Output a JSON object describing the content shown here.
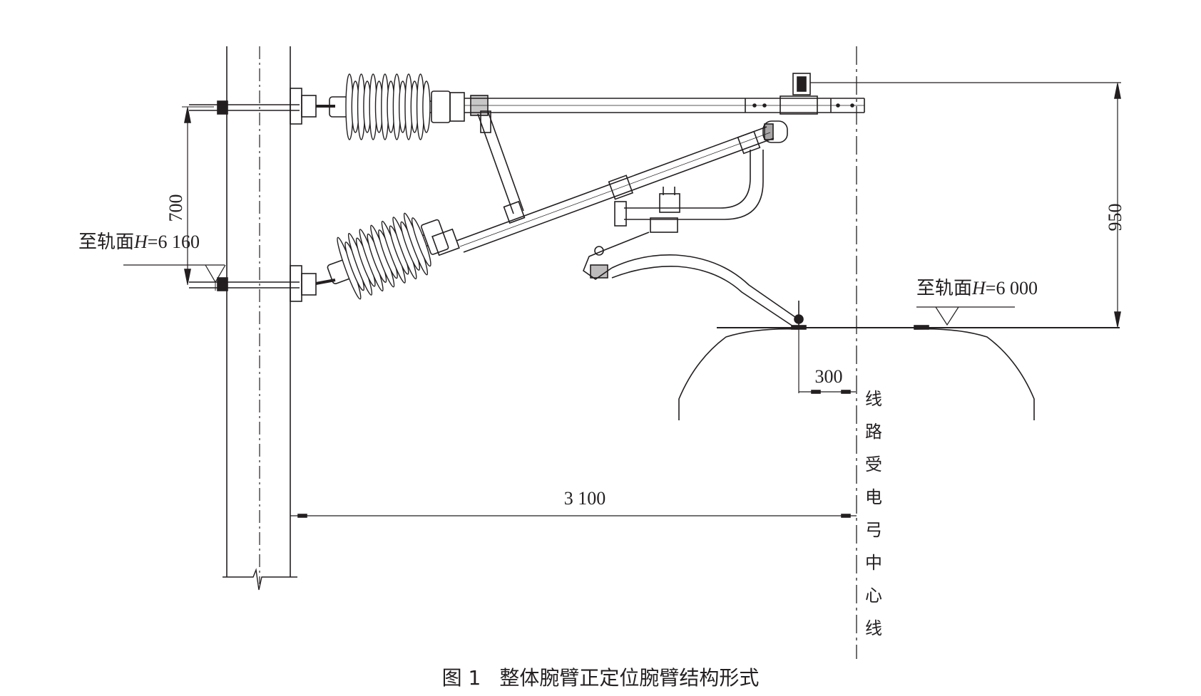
{
  "labels": {
    "dim_700": "700",
    "dim_950": "950",
    "dim_300": "300",
    "dim_3100": "3 100",
    "height_left_prefix": "至轨面",
    "height_left_var": "H",
    "height_left_value": "=6 160",
    "height_right_prefix": "至轨面",
    "height_right_var": "H",
    "height_right_value": "=6 000",
    "centerline_chars": [
      "线",
      "路",
      "受",
      "电",
      "弓",
      "中",
      "心",
      "线"
    ]
  },
  "caption": {
    "figure": "图 1",
    "title": "整体腕臂正定位腕臂结构形式"
  },
  "colors": {
    "line": "#231f20",
    "background": "#ffffff"
  }
}
